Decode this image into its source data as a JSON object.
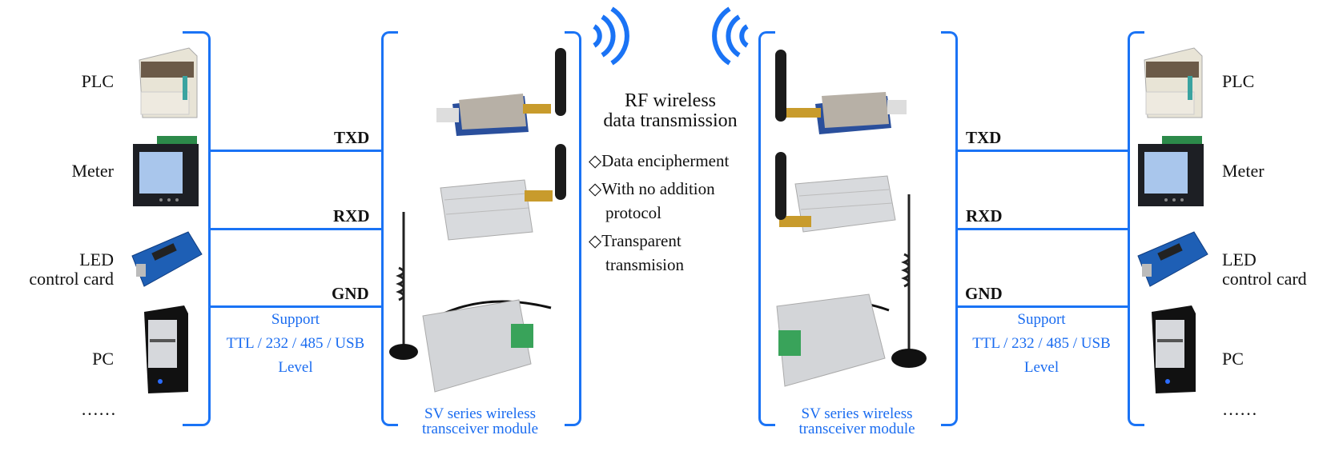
{
  "left_devices": {
    "items": [
      {
        "label": "PLC",
        "icon": "plc-icon"
      },
      {
        "label": "Meter",
        "icon": "meter-icon"
      },
      {
        "label": "LED",
        "label2": "control card",
        "icon": "led-control-card-icon"
      },
      {
        "label": "PC",
        "icon": "pc-icon"
      }
    ],
    "more": "……"
  },
  "right_devices": {
    "items": [
      {
        "label": "PLC",
        "icon": "plc-icon"
      },
      {
        "label": "Meter",
        "icon": "meter-icon"
      },
      {
        "label": "LED",
        "label2": "control card",
        "icon": "led-control-card-icon"
      },
      {
        "label": "PC",
        "icon": "pc-icon"
      }
    ],
    "more": "……"
  },
  "signals": {
    "txd": "TXD",
    "rxd": "RXD",
    "gnd": "GND"
  },
  "support": {
    "line1": "Support",
    "line2": "TTL / 232 / 485 / USB",
    "line3": "Level"
  },
  "module_caption": {
    "line1": "SV series wireless",
    "line2": "transceiver module"
  },
  "center": {
    "title1": "RF wireless",
    "title2": "data transmission",
    "bullet_symbol": "◇",
    "features": [
      {
        "line1": "Data encipherment"
      },
      {
        "line1": "With no addition",
        "line2": "protocol"
      },
      {
        "line1": "Transparent",
        "line2": "transmision"
      }
    ]
  },
  "colors": {
    "accent": "#1a73f5",
    "caption_blue": "#1a6cf0"
  }
}
